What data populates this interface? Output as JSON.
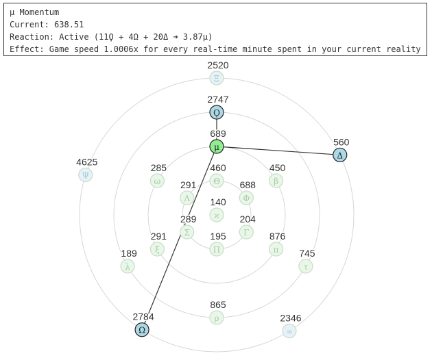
{
  "info": {
    "line1": "μ Momentum",
    "line2": "Current: 638.51",
    "line3": "Reaction: Active (11Ϙ + 4Ω + 20Δ ➜ 3.87μ)",
    "line4": "Effect: Game speed 1.0006x for every real-time minute spent in your current reality"
  },
  "colors": {
    "reactant": "#add8e6",
    "product": "#90ee90",
    "inactive_blue": "#e6f2f6",
    "inactive_green": "#e9f7e9",
    "faded_glyph": "#aac8aa",
    "faded_glyph_blue": "#a8c8d4",
    "active_glyph": "#222222"
  },
  "glyphs": [
    {
      "id": "xi",
      "symbol": "Ξ",
      "count": "2520",
      "ring": 4,
      "angle": 0,
      "state": "inactive",
      "tint": "blue"
    },
    {
      "id": "koppa",
      "symbol": "Ϙ",
      "count": "2747",
      "ring": 3,
      "angle": 0,
      "state": "reactant",
      "tint": "blue"
    },
    {
      "id": "mu",
      "symbol": "μ",
      "count": "689",
      "ring": 2,
      "angle": 0,
      "state": "product",
      "tint": "green"
    },
    {
      "id": "theta",
      "symbol": "Θ",
      "count": "460",
      "ring": 1,
      "angle": 0,
      "state": "inactive",
      "tint": "green"
    },
    {
      "id": "kappa",
      "symbol": "ϰ",
      "count": "140",
      "ring": 0,
      "angle": 0,
      "state": "inactive",
      "tint": "green"
    },
    {
      "id": "phi",
      "symbol": "Φ",
      "count": "688",
      "ring": 1,
      "angle": 60,
      "state": "inactive",
      "tint": "green"
    },
    {
      "id": "gamma",
      "symbol": "Γ",
      "count": "204",
      "ring": 1,
      "angle": 120,
      "state": "inactive",
      "tint": "green"
    },
    {
      "id": "pi-cap",
      "symbol": "Π",
      "count": "195",
      "ring": 1,
      "angle": 180,
      "state": "inactive",
      "tint": "green"
    },
    {
      "id": "sigma",
      "symbol": "Σ",
      "count": "289",
      "ring": 1,
      "angle": 240,
      "state": "inactive",
      "tint": "green"
    },
    {
      "id": "lambda",
      "symbol": "Λ",
      "count": "291",
      "ring": 1,
      "angle": 300,
      "state": "inactive",
      "tint": "green"
    },
    {
      "id": "beta",
      "symbol": "β",
      "count": "450",
      "ring": 2,
      "angle": 60,
      "state": "inactive",
      "tint": "green"
    },
    {
      "id": "pi",
      "symbol": "π",
      "count": "876",
      "ring": 2,
      "angle": 120,
      "state": "inactive",
      "tint": "green"
    },
    {
      "id": "xi-low",
      "symbol": "ξ",
      "count": "291",
      "ring": 2,
      "angle": 240,
      "state": "inactive",
      "tint": "green"
    },
    {
      "id": "omega",
      "symbol": "ω",
      "count": "285",
      "ring": 2,
      "angle": 300,
      "state": "inactive",
      "tint": "green"
    },
    {
      "id": "delta",
      "symbol": "Δ",
      "count": "560",
      "ring": 4,
      "angle": 64,
      "state": "reactant",
      "tint": "blue"
    },
    {
      "id": "tau",
      "symbol": "τ",
      "count": "745",
      "ring": 3,
      "angle": 120,
      "state": "inactive",
      "tint": "green"
    },
    {
      "id": "rho",
      "symbol": "ρ",
      "count": "865",
      "ring": 3,
      "angle": 180,
      "state": "inactive",
      "tint": "green"
    },
    {
      "id": "lambda-low",
      "symbol": "λ",
      "count": "189",
      "ring": 3,
      "angle": 240,
      "state": "inactive",
      "tint": "green"
    },
    {
      "id": "omega-cap",
      "symbol": "Ω",
      "count": "2784",
      "ring": 4,
      "angle": 213,
      "state": "reactant",
      "tint": "blue"
    },
    {
      "id": "infinity",
      "symbol": "∞",
      "count": "2346",
      "ring": 4,
      "angle": 148,
      "state": "inactive",
      "tint": "blue"
    },
    {
      "id": "psi",
      "symbol": "Ψ",
      "count": "4625",
      "ring": 4,
      "angle": 287,
      "state": "inactive",
      "tint": "blue"
    }
  ],
  "connections": [
    {
      "from": "koppa",
      "to": "mu"
    },
    {
      "from": "delta",
      "to": "mu"
    },
    {
      "from": "omega-cap",
      "to": "mu"
    }
  ]
}
